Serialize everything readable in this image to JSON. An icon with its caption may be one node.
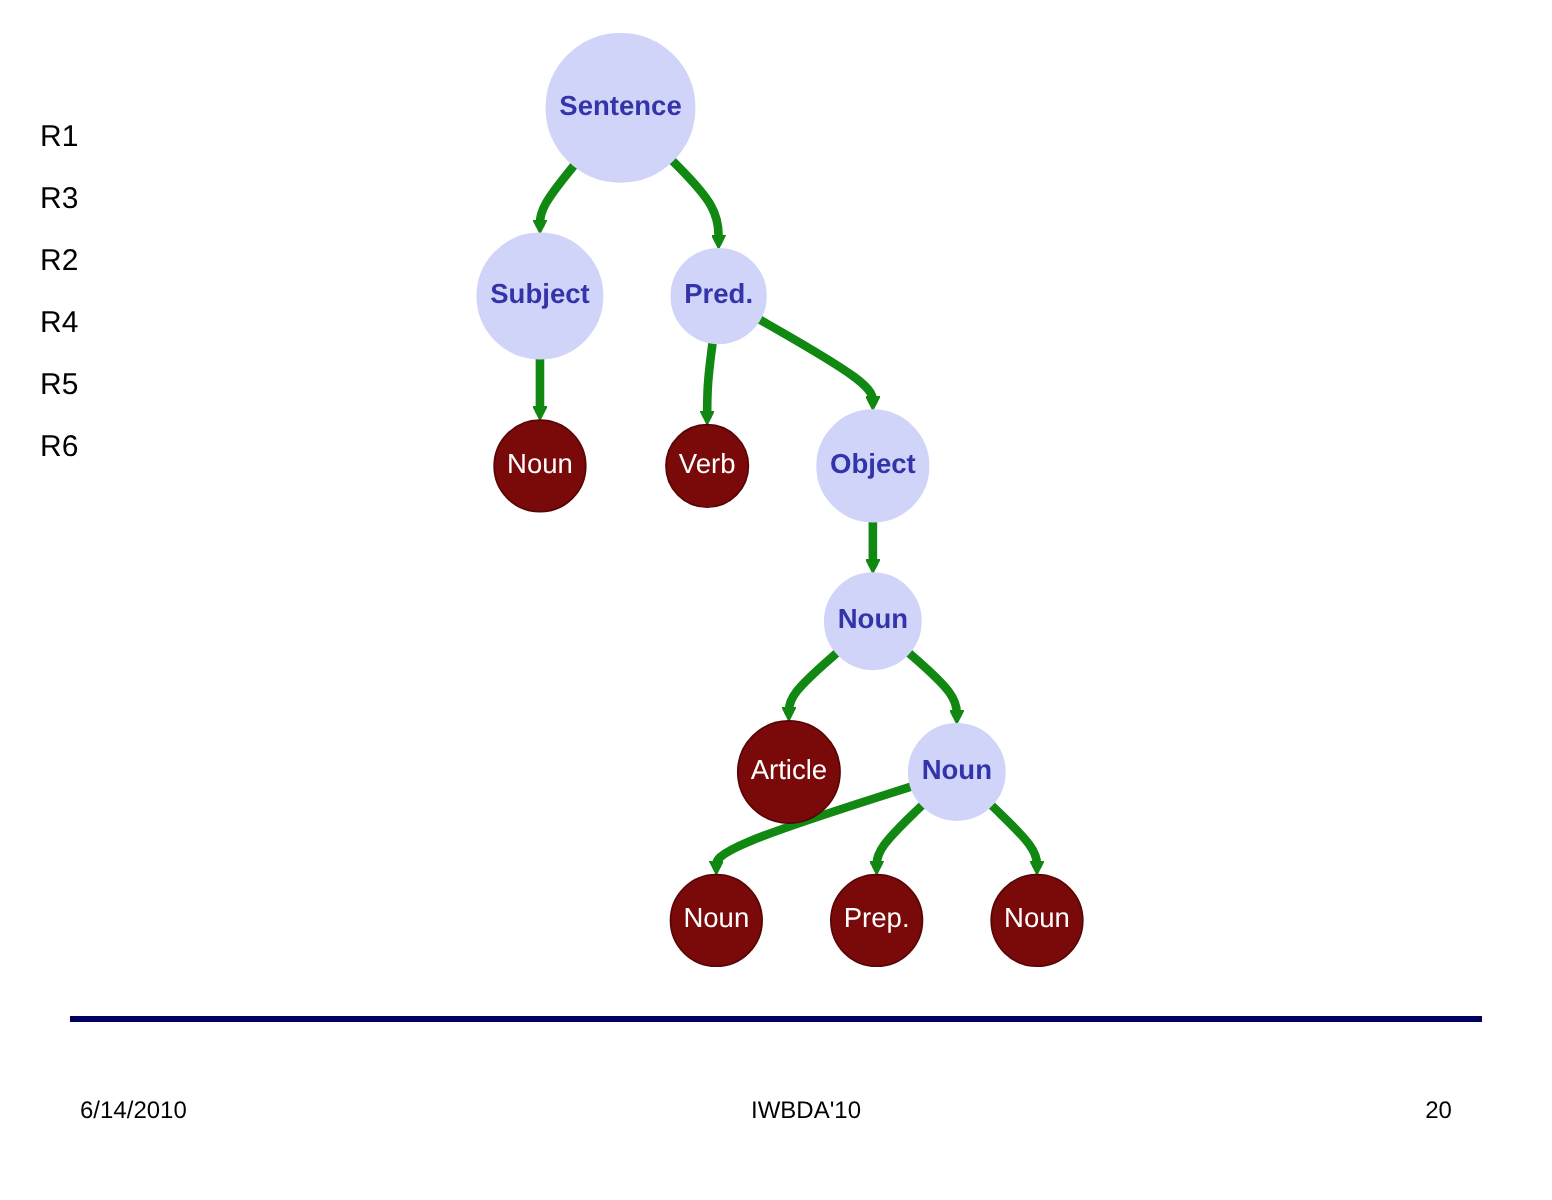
{
  "diagram": {
    "nodes": [
      {
        "text": [
          "Sentence"
        ]
      },
      {
        "text": [
          "Subject"
        ]
      },
      {
        "text": [
          "Pred."
        ]
      },
      {
        "text": [
          "Noun"
        ]
      },
      {
        "text": [
          "Verb"
        ]
      },
      {
        "text": [
          "Object"
        ]
      },
      {
        "text": [
          "Noun"
        ]
      },
      {
        "text": [
          "Article"
        ]
      },
      {
        "text": [
          "Noun"
        ]
      },
      {
        "text": [
          "Noun"
        ]
      },
      {
        "text": [
          "Prep."
        ]
      },
      {
        "text": [
          "Noun"
        ]
      }
    ],
    "edges": [
      {
        "from": 0,
        "to": 1,
        "arrow": "to"
      },
      {
        "from": 0,
        "to": 2,
        "arrow": "to"
      },
      {
        "from": 1,
        "to": 3,
        "arrow": "to"
      },
      {
        "from": 2,
        "to": 4,
        "arrow": "to"
      },
      {
        "from": 2,
        "to": 5,
        "arrow": "to"
      },
      {
        "from": 5,
        "to": 6,
        "arrow": "to"
      },
      {
        "from": 6,
        "to": 7,
        "arrow": "to"
      },
      {
        "from": 6,
        "to": 8,
        "arrow": "to"
      },
      {
        "from": 8,
        "to": 9,
        "arrow": "to"
      },
      {
        "from": 8,
        "to": 10,
        "arrow": "to"
      },
      {
        "from": 8,
        "to": 11,
        "arrow": "to"
      }
    ],
    "labels": [
      "R1",
      "R3",
      "R2",
      "R4",
      "R5",
      "R6",
      "6/14/2010",
      "IWBDA'10",
      "20"
    ]
  }
}
